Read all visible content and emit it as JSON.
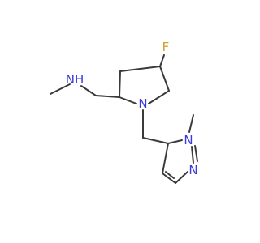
{
  "colors": {
    "bond": "#3a3a3a",
    "nitrogen": "#3b3be0",
    "fluorine": "#c9a227",
    "background": "#ffffff"
  },
  "atoms": {
    "fluorine": "F",
    "amine_nh": "NH",
    "pyrrolidine_n": "N",
    "pyrazole_n1": "N",
    "pyrazole_n2": "N"
  }
}
